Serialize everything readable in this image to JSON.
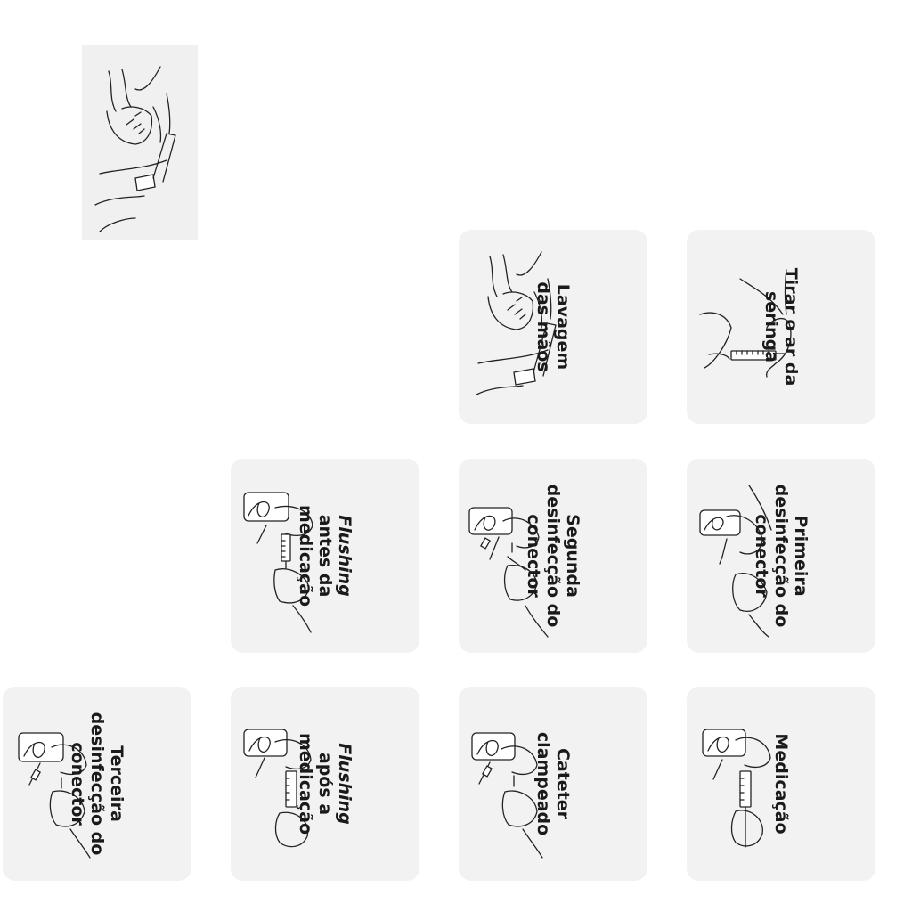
{
  "cards": [
    {
      "id": "tirar-ar",
      "text": "Tirar o ar da\nseringa"
    },
    {
      "id": "lavagem",
      "text": "Lavagem\ndas mãos"
    },
    {
      "id": "primeira",
      "text": "Primeira\ndesinfecção do\nconector"
    },
    {
      "id": "segunda",
      "text": "Segunda\ndesinfecção do\nconector"
    },
    {
      "id": "flushing-antes",
      "first": "Flushing",
      "rest": "antes da\nmedicação"
    },
    {
      "id": "medicacao",
      "text": "Medicação"
    },
    {
      "id": "cateter",
      "text": "Cateter\nclampeado"
    },
    {
      "id": "flushing-apos",
      "first": "Flushing",
      "rest": "após a\nmedicação"
    },
    {
      "id": "terceira",
      "text": "Terceira\ndesinfecção do\nconector"
    }
  ]
}
